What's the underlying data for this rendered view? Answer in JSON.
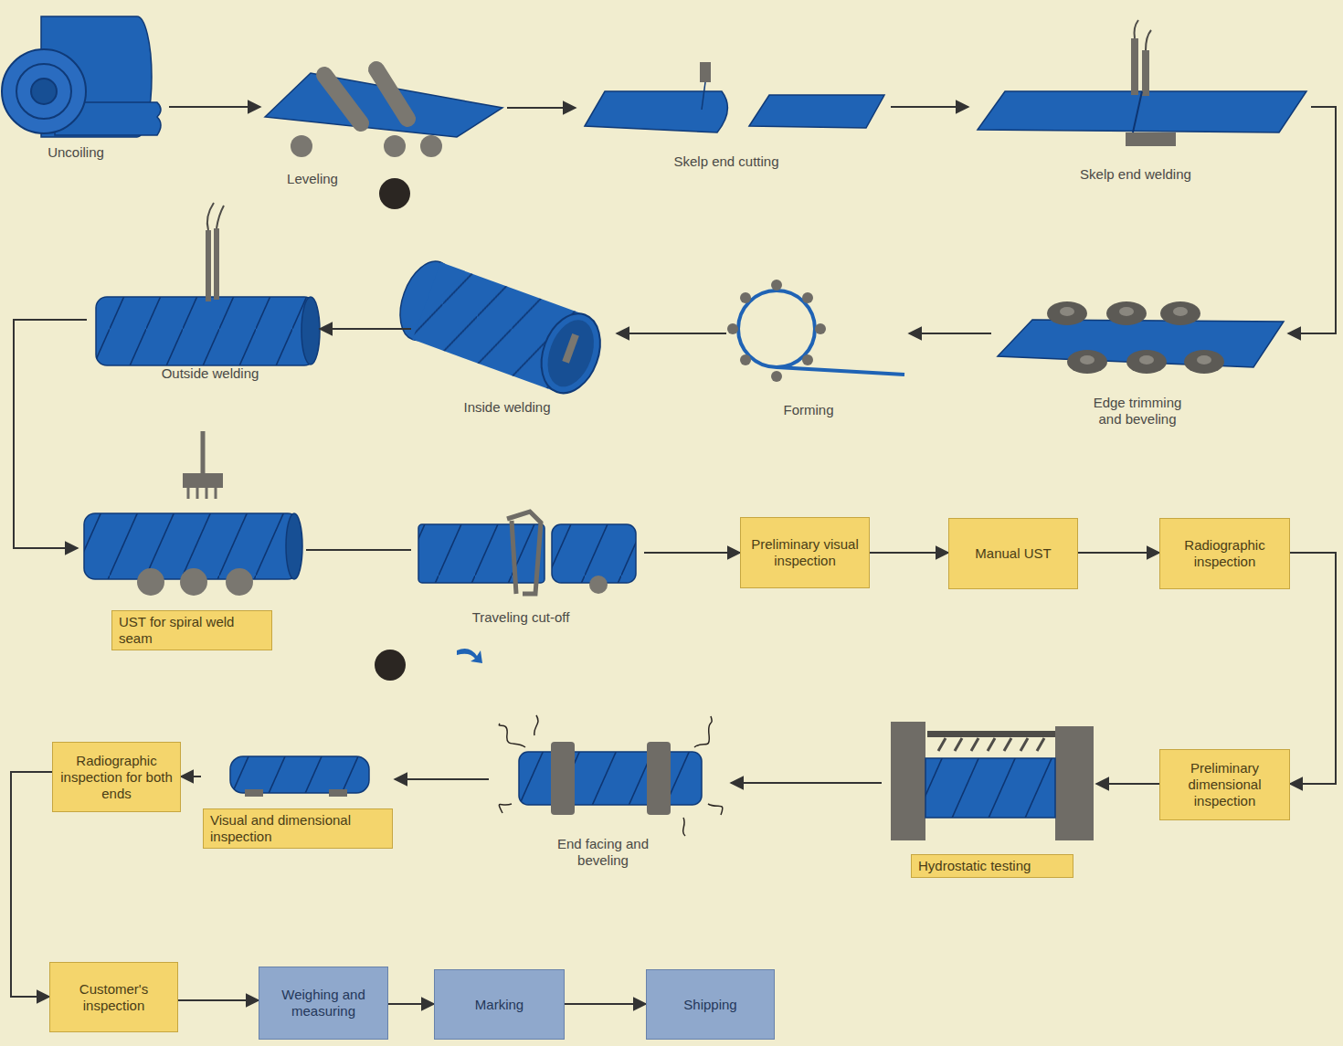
{
  "diagram": {
    "nodes": [
      {
        "text": [
          "Uncoiling"
        ]
      },
      {
        "text": [
          "Leveling"
        ]
      },
      {
        "text": [
          "Skelp end cutting"
        ]
      },
      {
        "text": [
          "Skelp end welding"
        ]
      },
      {
        "text": [
          "Edge trimming and beveling"
        ]
      },
      {
        "text": [
          "Forming"
        ]
      },
      {
        "text": [
          "Inside welding"
        ]
      },
      {
        "text": [
          "Outside welding"
        ]
      },
      {
        "text": [
          "UST for spiral weld seam"
        ]
      },
      {
        "text": [
          "Traveling cut-off"
        ]
      },
      {
        "text": [
          "Preliminary visual inspection"
        ]
      },
      {
        "text": [
          "Manual UST"
        ]
      },
      {
        "text": [
          "Radiographic inspection"
        ]
      },
      {
        "text": [
          "Preliminary dimensional inspection"
        ]
      },
      {
        "text": [
          "Hydrostatic testing"
        ]
      },
      {
        "text": [
          "End facing and beveling"
        ]
      },
      {
        "text": [
          "Visual and dimensional inspection"
        ]
      },
      {
        "text": [
          "Radiographic inspection for both ends"
        ]
      },
      {
        "text": [
          "Customer's inspection"
        ]
      },
      {
        "text": [
          "Weighing and measuring"
        ]
      },
      {
        "text": [
          "Marking"
        ]
      },
      {
        "text": [
          "Shipping"
        ]
      }
    ],
    "edges": [
      {
        "from": 0,
        "to": 1,
        "arrow": "to"
      },
      {
        "from": 1,
        "to": 2,
        "arrow": "to"
      },
      {
        "from": 2,
        "to": 3,
        "arrow": "to"
      },
      {
        "from": 3,
        "to": 4,
        "arrow": "to"
      },
      {
        "from": 4,
        "to": 5,
        "arrow": "to"
      },
      {
        "from": 5,
        "to": 6,
        "arrow": "to"
      },
      {
        "from": 6,
        "to": 7,
        "arrow": "to"
      },
      {
        "from": 7,
        "to": 8,
        "arrow": "to"
      },
      {
        "from": 8,
        "to": 9,
        "arrow": "none"
      },
      {
        "from": 9,
        "to": 10,
        "arrow": "to"
      },
      {
        "from": 10,
        "to": 11,
        "arrow": "to"
      },
      {
        "from": 11,
        "to": 12,
        "arrow": "to"
      },
      {
        "from": 12,
        "to": 13,
        "arrow": "to"
      },
      {
        "from": 13,
        "to": 14,
        "arrow": "to"
      },
      {
        "from": 14,
        "to": 15,
        "arrow": "to"
      },
      {
        "from": 15,
        "to": 16,
        "arrow": "to"
      },
      {
        "from": 16,
        "to": 17,
        "arrow": "to"
      },
      {
        "from": 17,
        "to": 18,
        "arrow": "to"
      },
      {
        "from": 18,
        "to": 19,
        "arrow": "to"
      },
      {
        "from": 19,
        "to": 20,
        "arrow": "to"
      },
      {
        "from": 20,
        "to": 21,
        "arrow": "to"
      }
    ]
  }
}
